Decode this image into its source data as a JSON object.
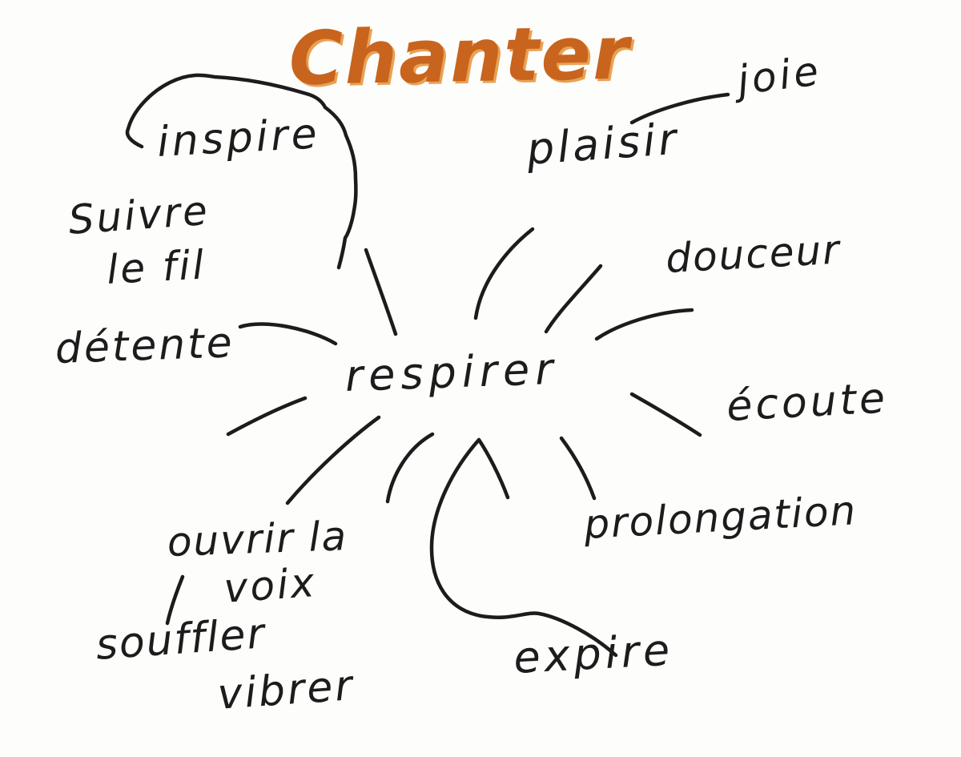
{
  "colors": {
    "ink": "#1c1c1c",
    "title_orange": "#c8641d",
    "title_orange_light": "#e8a254",
    "background": "#fdfdfc"
  },
  "title": {
    "text": "Chanter"
  },
  "center_node": {
    "label": "respirer"
  },
  "nodes": {
    "inspire": {
      "label": "inspire"
    },
    "suivre_le_fil": {
      "line1": "Suivre",
      "line2": "le fil"
    },
    "detente": {
      "label": "détente"
    },
    "ouvrir_la_voix": {
      "line1": "ouvrir la",
      "line2": "voix"
    },
    "souffler": {
      "label": "souffler"
    },
    "vibrer": {
      "label": "vibrer"
    },
    "expire": {
      "label": "expire"
    },
    "prolongation": {
      "label": "prolongation"
    },
    "ecoute": {
      "label": "écoute"
    },
    "douceur": {
      "label": "douceur"
    },
    "plaisir": {
      "label": "plaisir"
    },
    "joie": {
      "label": "joie"
    }
  },
  "edges": [
    {
      "from": "respirer",
      "to": "inspire"
    },
    {
      "from": "respirer",
      "to": "Suivre le fil"
    },
    {
      "from": "respirer",
      "to": "détente"
    },
    {
      "from": "respirer",
      "to": "ouvrir la voix"
    },
    {
      "from": "respirer",
      "to": "souffler vibrer"
    },
    {
      "from": "respirer",
      "to": "expire"
    },
    {
      "from": "respirer",
      "to": "prolongation"
    },
    {
      "from": "respirer",
      "to": "écoute"
    },
    {
      "from": "respirer",
      "to": "douceur"
    },
    {
      "from": "respirer",
      "to": "plaisir"
    },
    {
      "from": "plaisir",
      "to": "joie"
    }
  ]
}
